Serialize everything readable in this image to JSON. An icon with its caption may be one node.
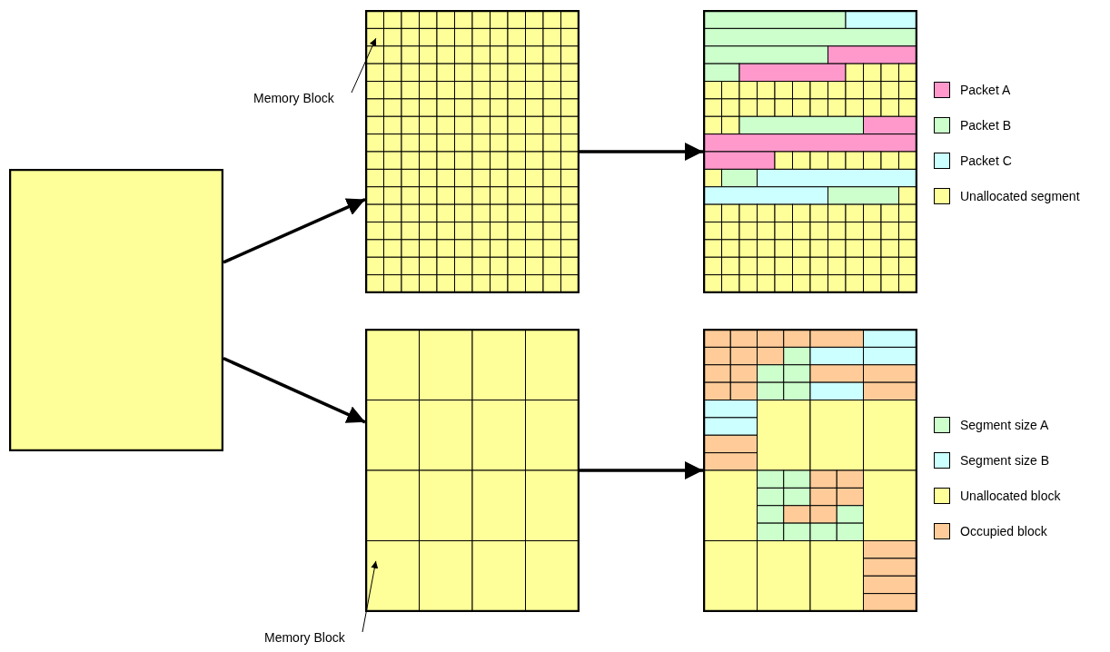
{
  "diagram": {
    "nodes": [
      {
        "text": [],
        "shape": "box"
      },
      {
        "text": [],
        "shape": "box"
      },
      {
        "text": [],
        "shape": "box"
      },
      {
        "text": [],
        "shape": "box"
      },
      {
        "text": [],
        "shape": "box"
      },
      {
        "text": [
          "Memory Block"
        ]
      },
      {
        "text": [
          "Memory Block"
        ]
      }
    ],
    "edges": [
      {
        "from": 0,
        "to": 1,
        "arrow": "to"
      },
      {
        "from": 0,
        "to": 3,
        "arrow": "to"
      },
      {
        "from": 1,
        "to": 2,
        "arrow": "to"
      },
      {
        "from": 3,
        "to": 4,
        "arrow": "to"
      },
      {
        "from": 5,
        "to": 1,
        "arrow": "to"
      },
      {
        "from": 6,
        "to": 3,
        "arrow": "to"
      }
    ],
    "legend": [
      {
        "text": "Packet A",
        "color": "#ff99cc"
      },
      {
        "text": "Packet B",
        "color": "#ccffcc"
      },
      {
        "text": "Packet C",
        "color": "#ccffff"
      },
      {
        "text": "Unallocated segment",
        "color": "#ffff99"
      },
      {
        "text": "Segment size A",
        "color": "#ccffcc"
      },
      {
        "text": "Segment size B",
        "color": "#ccffff"
      },
      {
        "text": "Unallocated block",
        "color": "#ffff99"
      },
      {
        "text": "Occupied block",
        "color": "#ffcc99"
      }
    ]
  }
}
